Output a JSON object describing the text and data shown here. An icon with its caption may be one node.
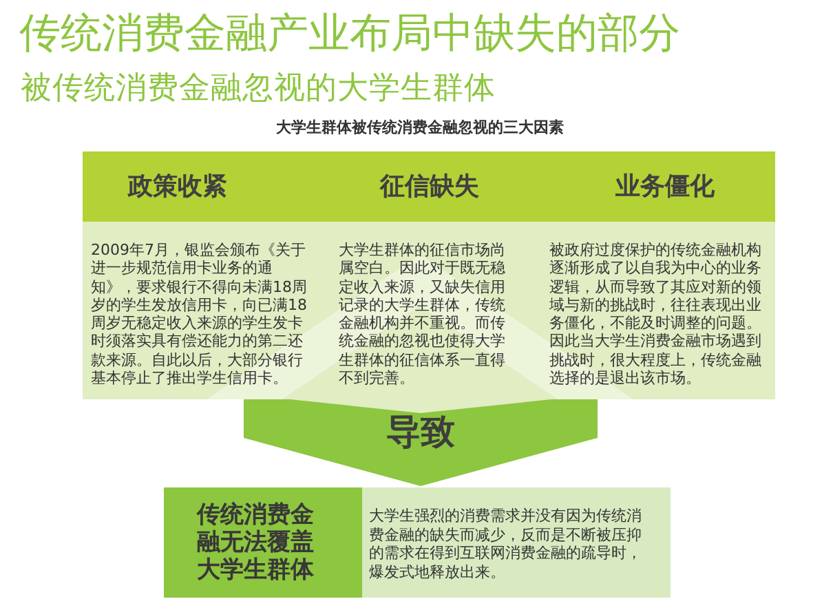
{
  "diagram": {
    "title": "传统消费金融产业布局中缺失的部分",
    "nodes": [
      {
        "text": [
          "大学生群体被传统消费金融忽视的三大因素"
        ]
      },
      {
        "text": [
          "政策收紧",
          "2009年7月，银监会颁布《关于进一步规范信用卡业务的通知》，要求银行不得向未满18周岁的学生发放信用卡，向已满18周岁无稳定收入来源的学生发卡时须落实具有偿还能力的第二还款来源。自此以后，大部分银行基本停止了推出学生信用卡。"
        ],
        "in": 0
      },
      {
        "text": [
          "征信缺失",
          "大学生群体的征信市场尚属空白。因此对于既无稳定收入来源，又缺失信用记录的大学生群体，传统金融机构并不重视。而传统金融的忽视也使得大学生群体的征信体系一直得不到完善。"
        ],
        "in": 0
      },
      {
        "text": [
          "业务僵化",
          "被政府过度保护的传统金融机构逐渐形成了以自我为中心的业务逻辑，从而导致了其应对新的领域与新的挑战时，往往表现出业务僵化，不能及时调整的问题。因此当大学生消费金融市场遇到挑战时，很大程度上，传统金融选择的是退出该市场。"
        ],
        "in": 0
      },
      {
        "text": [
          "传统消费金融无法覆盖大学生群体",
          "大学生强烈的消费需求并没有因为传统消费金融的缺失而减少，反而是不断被压抑的需求在得到互联网消费金融的疏导时，爆发式地释放出来。"
        ]
      }
    ],
    "edges": [
      {
        "from": 0,
        "to": 4,
        "arrow": "to",
        "label": "导致"
      }
    ],
    "labels": [
      "被传统消费金融忽视的大学生群体"
    ]
  }
}
